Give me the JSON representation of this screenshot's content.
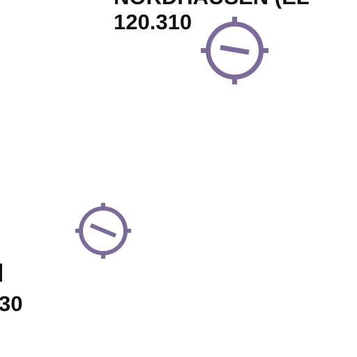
{
  "map": {
    "marker_color": "#7B6A9B",
    "label_color": "#111111",
    "stations": [
      {
        "name": "NORDHAUSEN (EL",
        "frequency": "120.310",
        "icon": "vor-navaid-icon"
      },
      {
        "name": "",
        "frequency": "",
        "icon": "vor-navaid-icon"
      },
      {
        "name": "",
        "frequency": "30",
        "icon": ""
      }
    ]
  }
}
